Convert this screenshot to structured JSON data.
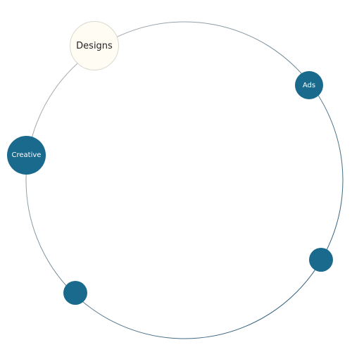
{
  "colors": {
    "accent": "#1a6a8d",
    "highlight_fill": "#fffdf3",
    "ring_start": "#bdbdbd",
    "ring_end": "#1a4f70"
  },
  "nodes": [
    {
      "id": "designs",
      "label": "Designs",
      "active": true
    },
    {
      "id": "ads",
      "label": "Ads",
      "active": false
    },
    {
      "id": "creative",
      "label": "Creative",
      "active": false
    },
    {
      "id": "node4",
      "label": "",
      "active": false
    },
    {
      "id": "node5",
      "label": "",
      "active": false
    }
  ]
}
